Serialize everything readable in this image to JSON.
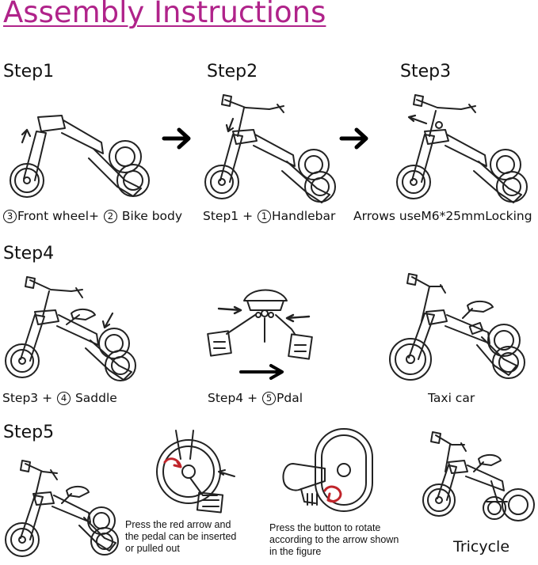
{
  "title": "Assembly Instructions",
  "steps": {
    "step1": "Step1",
    "step2": "Step2",
    "step3": "Step3",
    "step4": "Step4",
    "step5": "Step5"
  },
  "captions": {
    "c1a": "Front wheel+",
    "c1b": "Bike body",
    "c1n1": "3",
    "c1n2": "2",
    "c2a": "Step1 +",
    "c2b": "Handlebar",
    "c2n": "1",
    "c3": "Arrows useM6*25mmLocking",
    "c4a": "Step3 +",
    "c4b": "Saddle",
    "c4n": "4",
    "c5a": "Step4 +",
    "c5b": "Pdal",
    "c5n": "5",
    "c6": "Taxi car"
  },
  "notes": {
    "pedal_lines": [
      "Press the red arrow and",
      "the pedal can be inserted",
      "or pulled out"
    ],
    "rotate_lines": [
      "Press the button to rotate",
      "according to the arrow shown",
      "in the figure"
    ]
  },
  "tricycle_label": "Tricycle",
  "colors": {
    "title": "#b0238a",
    "accent_red": "#c0242a"
  }
}
